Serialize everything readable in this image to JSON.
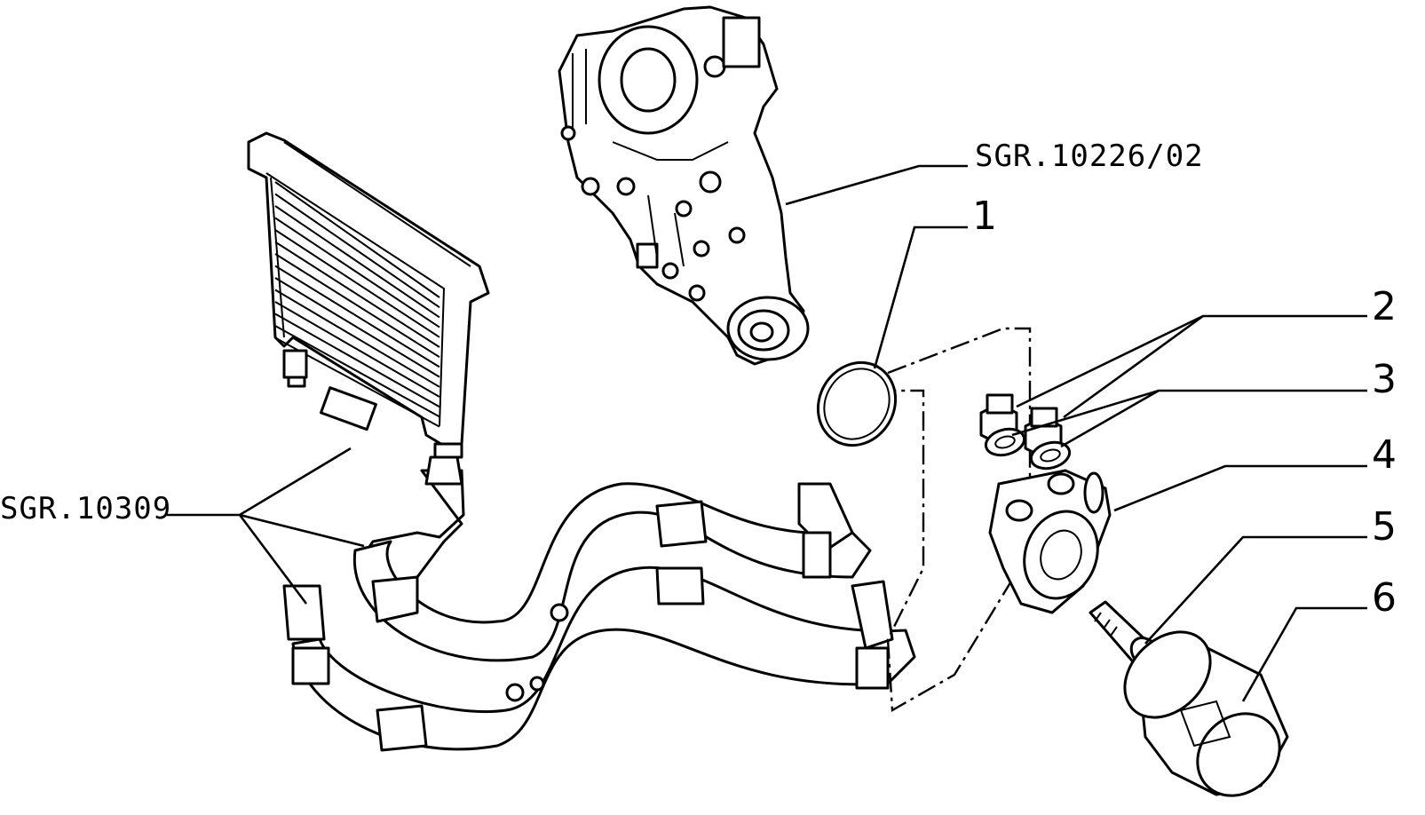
{
  "references": {
    "pump_group": "SGR.10226/02",
    "cooler_group": "SGR.10309"
  },
  "callouts": [
    {
      "number": "1",
      "part": "seal-ring"
    },
    {
      "number": "2",
      "part": "union-fittings"
    },
    {
      "number": "3",
      "part": "washers"
    },
    {
      "number": "4",
      "part": "filter-adapter"
    },
    {
      "number": "5",
      "part": "threaded-stud"
    },
    {
      "number": "6",
      "part": "oil-filter"
    }
  ]
}
